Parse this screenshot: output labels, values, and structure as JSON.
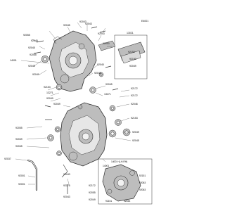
{
  "header": {
    "code": "E4001"
  },
  "labels": {
    "l92043": "92043",
    "l92045": "92045",
    "l92043b": "92043",
    "l14001": "14001",
    "l92055": "92055",
    "l92045b": "92045",
    "l92045c": "92045",
    "l92055b": "92055",
    "l13021": "13021",
    "l92152": "92152",
    "l92049": "92049",
    "l92150": "92150",
    "l92049b": "92049",
    "l92045d": "92045",
    "l13271": "13271",
    "l13271b": "13271",
    "l92153": "92153",
    "l92172": "92172",
    "l92043c": "92043",
    "l92049c": "92049",
    "l92049d": "92049",
    "l92045e": "92045",
    "l92046": "92046",
    "l92046b": "92046",
    "l92049e": "92049",
    "l92045f": "92045",
    "l92045g": "92045",
    "l92055c": "92055",
    "l92037": "92037",
    "l92049f": "92049",
    "l92001": "92001",
    "l92153b": "92153",
    "l14001b": "14001",
    "l92172b": "92172",
    "l92175": "92175",
    "l92172c": "92172",
    "l92055d": "92055",
    "l92049g": "92049",
    "l92045h": "92045",
    "l92151": "92151",
    "l92151b": "92151",
    "l92043d": "92043",
    "l92043e": "92043",
    "l92063": "92063",
    "l92063b": "92063",
    "l92043f": "92043",
    "l92001b": "92001",
    "boxTitle": "14001~(LH.RH)",
    "l92043g": "92043"
  }
}
